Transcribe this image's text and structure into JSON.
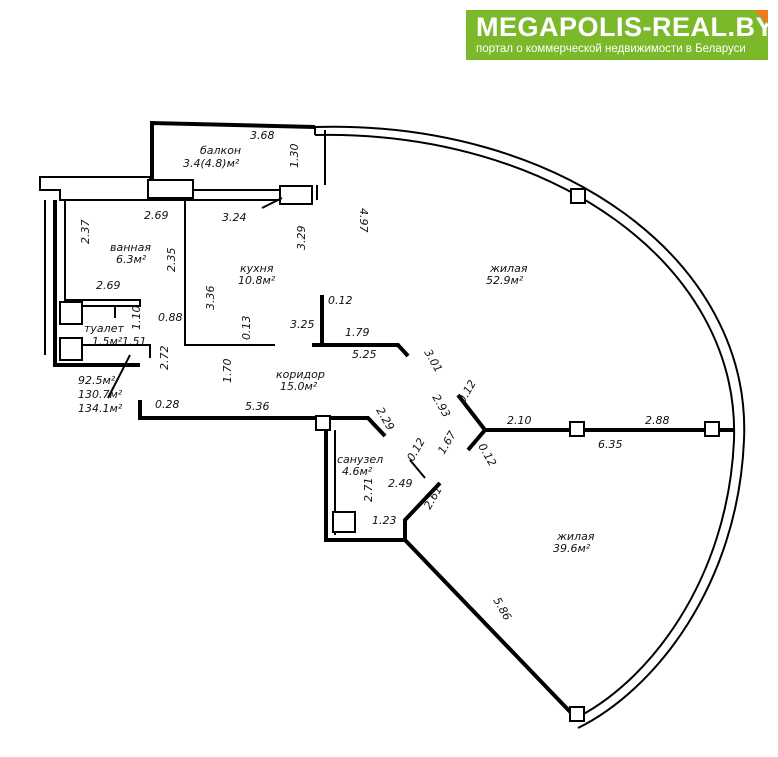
{
  "logo": {
    "title": "MEGAPOLIS-REAL.BY",
    "subtitle": "портал о коммерческой недвижимости в Беларуси",
    "color": "#7cb92a",
    "corner_color": "#f07a1a"
  },
  "rooms": {
    "balcony": {
      "name": "балкон",
      "area": "3.4(4.8)м²"
    },
    "bathroom": {
      "name": "ванная",
      "area": "6.3м²"
    },
    "kitchen": {
      "name": "кухня",
      "area": "10.8м²"
    },
    "toilet": {
      "name": "туалет",
      "area": "1.5м²"
    },
    "corridor": {
      "name": "коридор",
      "area": "15.0м²"
    },
    "living1": {
      "name": "жилая",
      "area": "52.9м²"
    },
    "living2": {
      "name": "жилая",
      "area": "39.6м²"
    },
    "wc": {
      "name": "санузел",
      "area": "4.6м²"
    }
  },
  "totals": [
    "92.5м²",
    "130.7м²",
    "134.1м²"
  ],
  "dims": [
    "3.68",
    "1.30",
    "4.97",
    "2.69",
    "3.24",
    "2.37",
    "2.35",
    "3.29",
    "2.69",
    "3.36",
    "1.10",
    "0.88",
    "0.12",
    "1.51",
    "0.13",
    "3.25",
    "1.79",
    "2.72",
    "1.70",
    "5.25",
    "3.01",
    "0.28",
    "5.36",
    "2.29",
    "2.93",
    "0.12",
    "2.10",
    "2.88",
    "1.67",
    "0.12",
    "6.35",
    "0.12",
    "2.49",
    "2.71",
    "2.61",
    "1.23",
    "5.86"
  ]
}
